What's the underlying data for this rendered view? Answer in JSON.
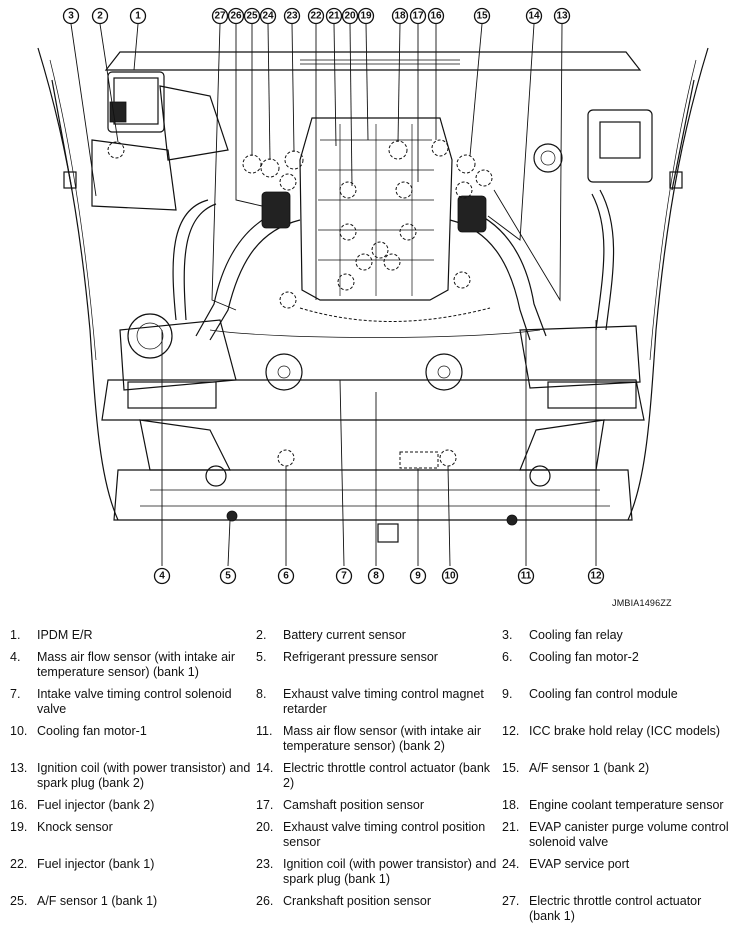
{
  "figure_code": "JMBIA1496ZZ",
  "callouts_top": [
    "3",
    "2",
    "1",
    "27",
    "26",
    "25",
    "24",
    "23",
    "22",
    "21",
    "20",
    "19",
    "18",
    "17",
    "16",
    "15",
    "14",
    "13"
  ],
  "callouts_bottom": [
    "4",
    "5",
    "6",
    "7",
    "8",
    "9",
    "10",
    "11",
    "12"
  ],
  "legend": [
    {
      "num": "1.",
      "text": "IPDM E/R"
    },
    {
      "num": "2.",
      "text": "Battery current sensor"
    },
    {
      "num": "3.",
      "text": "Cooling fan relay"
    },
    {
      "num": "4.",
      "text": "Mass air flow sensor (with intake air temperature sensor) (bank 1)"
    },
    {
      "num": "5.",
      "text": "Refrigerant pressure sensor"
    },
    {
      "num": "6.",
      "text": "Cooling fan motor-2"
    },
    {
      "num": "7.",
      "text": "Intake valve timing control solenoid valve"
    },
    {
      "num": "8.",
      "text": "Exhaust valve timing control magnet retarder"
    },
    {
      "num": "9.",
      "text": "Cooling fan control module"
    },
    {
      "num": "10.",
      "text": "Cooling fan motor-1"
    },
    {
      "num": "11.",
      "text": "Mass air flow sensor (with intake air temperature sensor) (bank 2)"
    },
    {
      "num": "12.",
      "text": "ICC brake hold relay (ICC models)"
    },
    {
      "num": "13.",
      "text": "Ignition coil (with power transistor) and spark plug (bank 2)"
    },
    {
      "num": "14.",
      "text": "Electric throttle control actuator (bank 2)"
    },
    {
      "num": "15.",
      "text": "A/F sensor 1 (bank 2)"
    },
    {
      "num": "16.",
      "text": "Fuel injector (bank 2)"
    },
    {
      "num": "17.",
      "text": "Camshaft position sensor"
    },
    {
      "num": "18.",
      "text": "Engine coolant temperature sensor"
    },
    {
      "num": "19.",
      "text": "Knock sensor"
    },
    {
      "num": "20.",
      "text": "Exhaust valve timing control position sensor"
    },
    {
      "num": "21.",
      "text": "EVAP canister purge volume control solenoid valve"
    },
    {
      "num": "22.",
      "text": "Fuel injector (bank 1)"
    },
    {
      "num": "23.",
      "text": "Ignition coil (with power transistor) and spark plug (bank 1)"
    },
    {
      "num": "24.",
      "text": "EVAP service port"
    },
    {
      "num": "25.",
      "text": "A/F sensor 1 (bank 1)"
    },
    {
      "num": "26.",
      "text": "Crankshaft position sensor"
    },
    {
      "num": "27.",
      "text": "Electric throttle control actuator (bank 1)"
    }
  ]
}
